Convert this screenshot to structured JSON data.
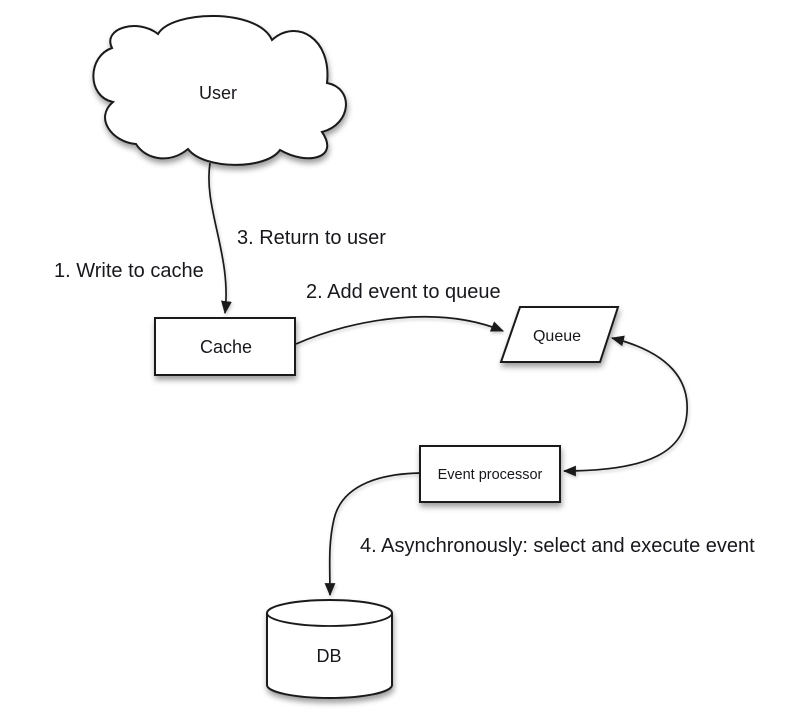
{
  "diagram": {
    "background_color": "#ffffff",
    "stroke_color": "#1a1a1a",
    "text_color": "#17181c",
    "fill_color": "#ffffff",
    "nodes": {
      "user": {
        "label": "User",
        "shape": "cloud"
      },
      "cache": {
        "label": "Cache",
        "shape": "rectangle"
      },
      "queue": {
        "label": "Queue",
        "shape": "parallelogram"
      },
      "event_processor": {
        "label": "Event processor",
        "shape": "rectangle"
      },
      "db": {
        "label": "DB",
        "shape": "cylinder"
      }
    },
    "annotations": {
      "step1": "1. Write to cache",
      "step2": "2. Add event to queue",
      "step3": "3. Return to user",
      "step4": "4. Asynchronously: select and execute event"
    },
    "edges": [
      {
        "from": "user",
        "to": "cache",
        "label_ref": [
          "step1",
          "step3"
        ],
        "arrowheads": "end"
      },
      {
        "from": "cache",
        "to": "queue",
        "label_ref": [
          "step2"
        ],
        "arrowheads": "end"
      },
      {
        "from": "queue",
        "to": "event_processor",
        "label_ref": [],
        "arrowheads": "both"
      },
      {
        "from": "event_processor",
        "to": "db",
        "label_ref": [
          "step4"
        ],
        "arrowheads": "end"
      }
    ]
  }
}
